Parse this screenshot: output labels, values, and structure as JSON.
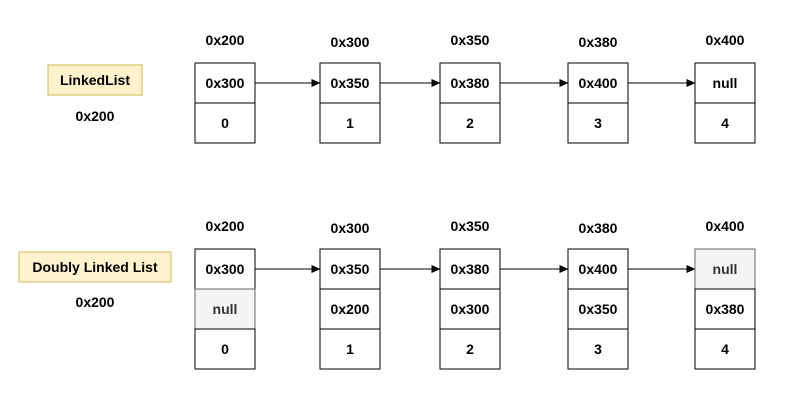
{
  "singly": {
    "label": "LinkedList",
    "head_address": "0x200",
    "nodes": [
      {
        "address": "0x200",
        "next": "0x300",
        "value": "0"
      },
      {
        "address": "0x300",
        "next": "0x350",
        "value": "1"
      },
      {
        "address": "0x350",
        "next": "0x380",
        "value": "2"
      },
      {
        "address": "0x380",
        "next": "0x400",
        "value": "3"
      },
      {
        "address": "0x400",
        "next": "null",
        "value": "4"
      }
    ]
  },
  "doubly": {
    "label": "Doubly Linked List",
    "head_address": "0x200",
    "nodes": [
      {
        "address": "0x200",
        "next": "0x300",
        "prev": "null",
        "value": "0"
      },
      {
        "address": "0x300",
        "next": "0x350",
        "prev": "0x200",
        "value": "1"
      },
      {
        "address": "0x350",
        "next": "0x380",
        "prev": "0x300",
        "value": "2"
      },
      {
        "address": "0x380",
        "next": "0x400",
        "prev": "0x350",
        "value": "3"
      },
      {
        "address": "0x400",
        "next": "null",
        "prev": "0x380",
        "value": "4"
      }
    ]
  },
  "colors": {
    "label_fill": "#fff2cc",
    "label_stroke": "#d6b656",
    "null_cell_fill": "#f5f5f5",
    "null_cell_stroke": "#666666",
    "cell_stroke": "#000000"
  }
}
